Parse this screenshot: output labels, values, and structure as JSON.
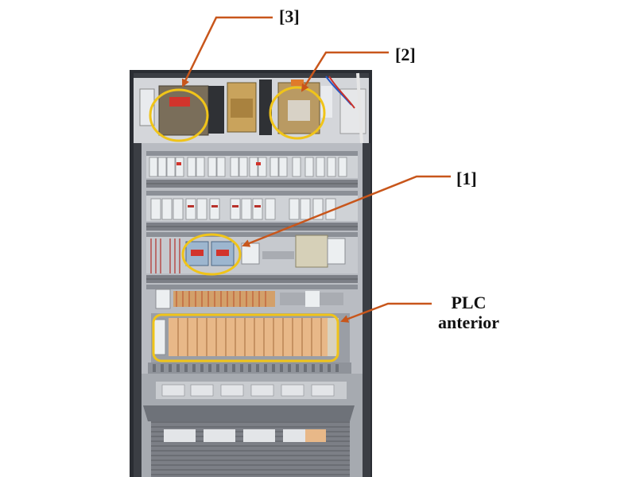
{
  "photo": {
    "subject": "electrical-control-cabinet",
    "colors": {
      "frame": "#2a2d33",
      "backplate": "#b9bcc2",
      "din_rail": "#8c9097",
      "duct": "#9a9ea5",
      "breaker_white": "#eceff1",
      "plc_module": "#e8b888",
      "highlight_circle": "#f0c419",
      "callout_arrow": "#c8561b"
    }
  },
  "annotations": {
    "label_3": "[3]",
    "label_2": "[2]",
    "label_1": "[1]",
    "label_plc_line1": "PLC",
    "label_plc_line2": "anterior"
  }
}
